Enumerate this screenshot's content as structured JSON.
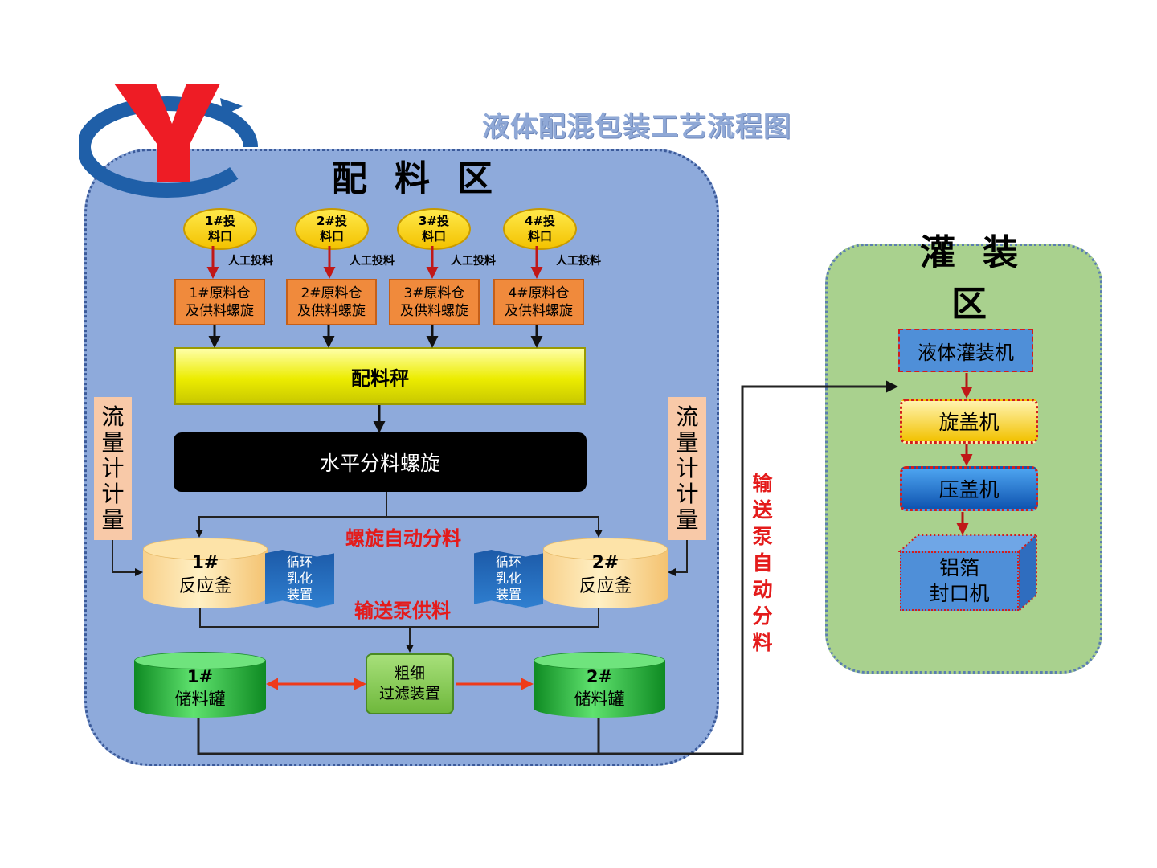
{
  "title": "液体配混包装工艺流程图",
  "logo": {
    "letter": "Y",
    "ring_color": "#1f5fa8",
    "letter_color": "#ee1c25"
  },
  "zones": {
    "batching": "配料区",
    "filling": "灌装区"
  },
  "feed_ports": [
    {
      "line1": "1#投",
      "line2": "料口"
    },
    {
      "line1": "2#投",
      "line2": "料口"
    },
    {
      "line1": "3#投",
      "line2": "料口"
    },
    {
      "line1": "4#投",
      "line2": "料口"
    }
  ],
  "manual_feed": "人工投料",
  "bins": [
    {
      "line1": "1#原料仓",
      "line2": "及供料螺旋"
    },
    {
      "line1": "2#原料仓",
      "line2": "及供料螺旋"
    },
    {
      "line1": "3#原料仓",
      "line2": "及供料螺旋"
    },
    {
      "line1": "4#原料仓",
      "line2": "及供料螺旋"
    }
  ],
  "batching_scale": "配料秤",
  "horizontal_screw": "水平分料螺旋",
  "flow_meter": [
    "流",
    "量",
    "计",
    "计",
    "量"
  ],
  "screw_auto_split": "螺旋自动分料",
  "reactors": [
    {
      "id": "1#",
      "name": "反应釜"
    },
    {
      "id": "2#",
      "name": "反应釜"
    }
  ],
  "emulsifier": [
    "循环",
    "乳化",
    "装置"
  ],
  "pump_supply": "输送泵供料",
  "tanks": [
    {
      "id": "1#",
      "name": "储料罐"
    },
    {
      "id": "2#",
      "name": "储料罐"
    }
  ],
  "filter": {
    "line1": "粗细",
    "line2": "过滤装置"
  },
  "pump_auto_split": [
    "输",
    "送",
    "泵",
    "自",
    "动",
    "分",
    "料"
  ],
  "filling_line": {
    "filler": "液体灌装机",
    "capper": "旋盖机",
    "press_capper": "压盖机",
    "sealer_line1": "铝箔",
    "sealer_line2": "封口机"
  },
  "colors": {
    "batching_zone": "#8eaadb",
    "filling_zone": "#a9d18e",
    "title": "#8fa8d6",
    "label_red": "#e41b1b",
    "arrow_dark_red": "#b41616"
  }
}
